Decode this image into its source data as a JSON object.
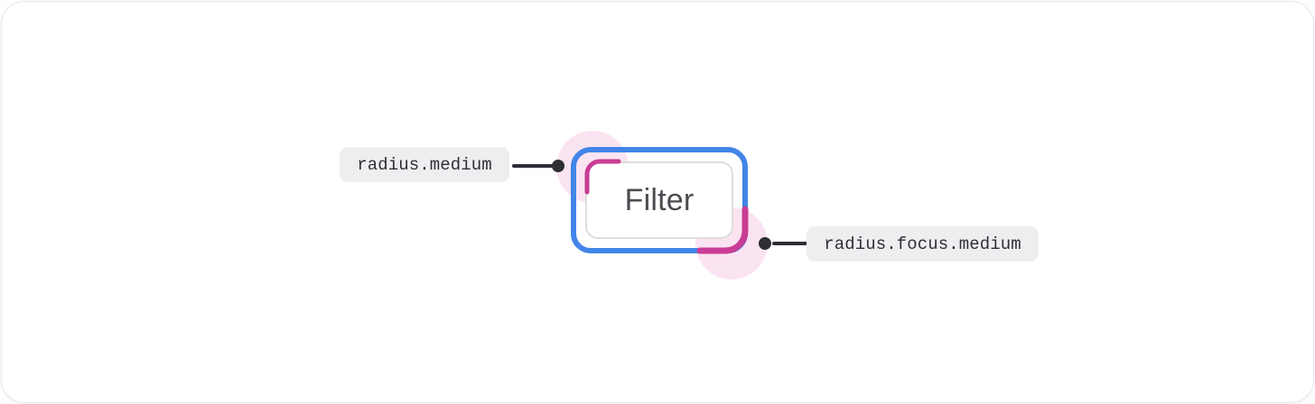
{
  "canvas": {
    "background": "#ffffff",
    "card_border": "#e9e9ec"
  },
  "component": {
    "name": "filter-button",
    "label": "Filter",
    "state": "focused",
    "inner_border_color": "#dddddd",
    "inner_background": "#ffffff",
    "text_color": "#4b4b51",
    "focus_ring_color": "#4285e8",
    "highlight_circle_color": "#fbe4f1",
    "arc_highlight_color": "#c93d95"
  },
  "annotations": [
    {
      "id": "radius-medium",
      "token": "radius.medium",
      "target": "inner-button-top-left-corner",
      "side": "left",
      "pill_background": "#eeeef0",
      "pill_text_color": "#2e2e35",
      "connector_color": "#2e2e35"
    },
    {
      "id": "radius-focus-medium",
      "token": "radius.focus.medium",
      "target": "focus-ring-bottom-right-corner",
      "side": "right",
      "pill_background": "#eeeef0",
      "pill_text_color": "#2e2e35",
      "connector_color": "#2e2e35"
    }
  ],
  "icons": {
    "connector_dot": "filled-circle-dot",
    "corner_arc": "rounded-corner-arc"
  }
}
